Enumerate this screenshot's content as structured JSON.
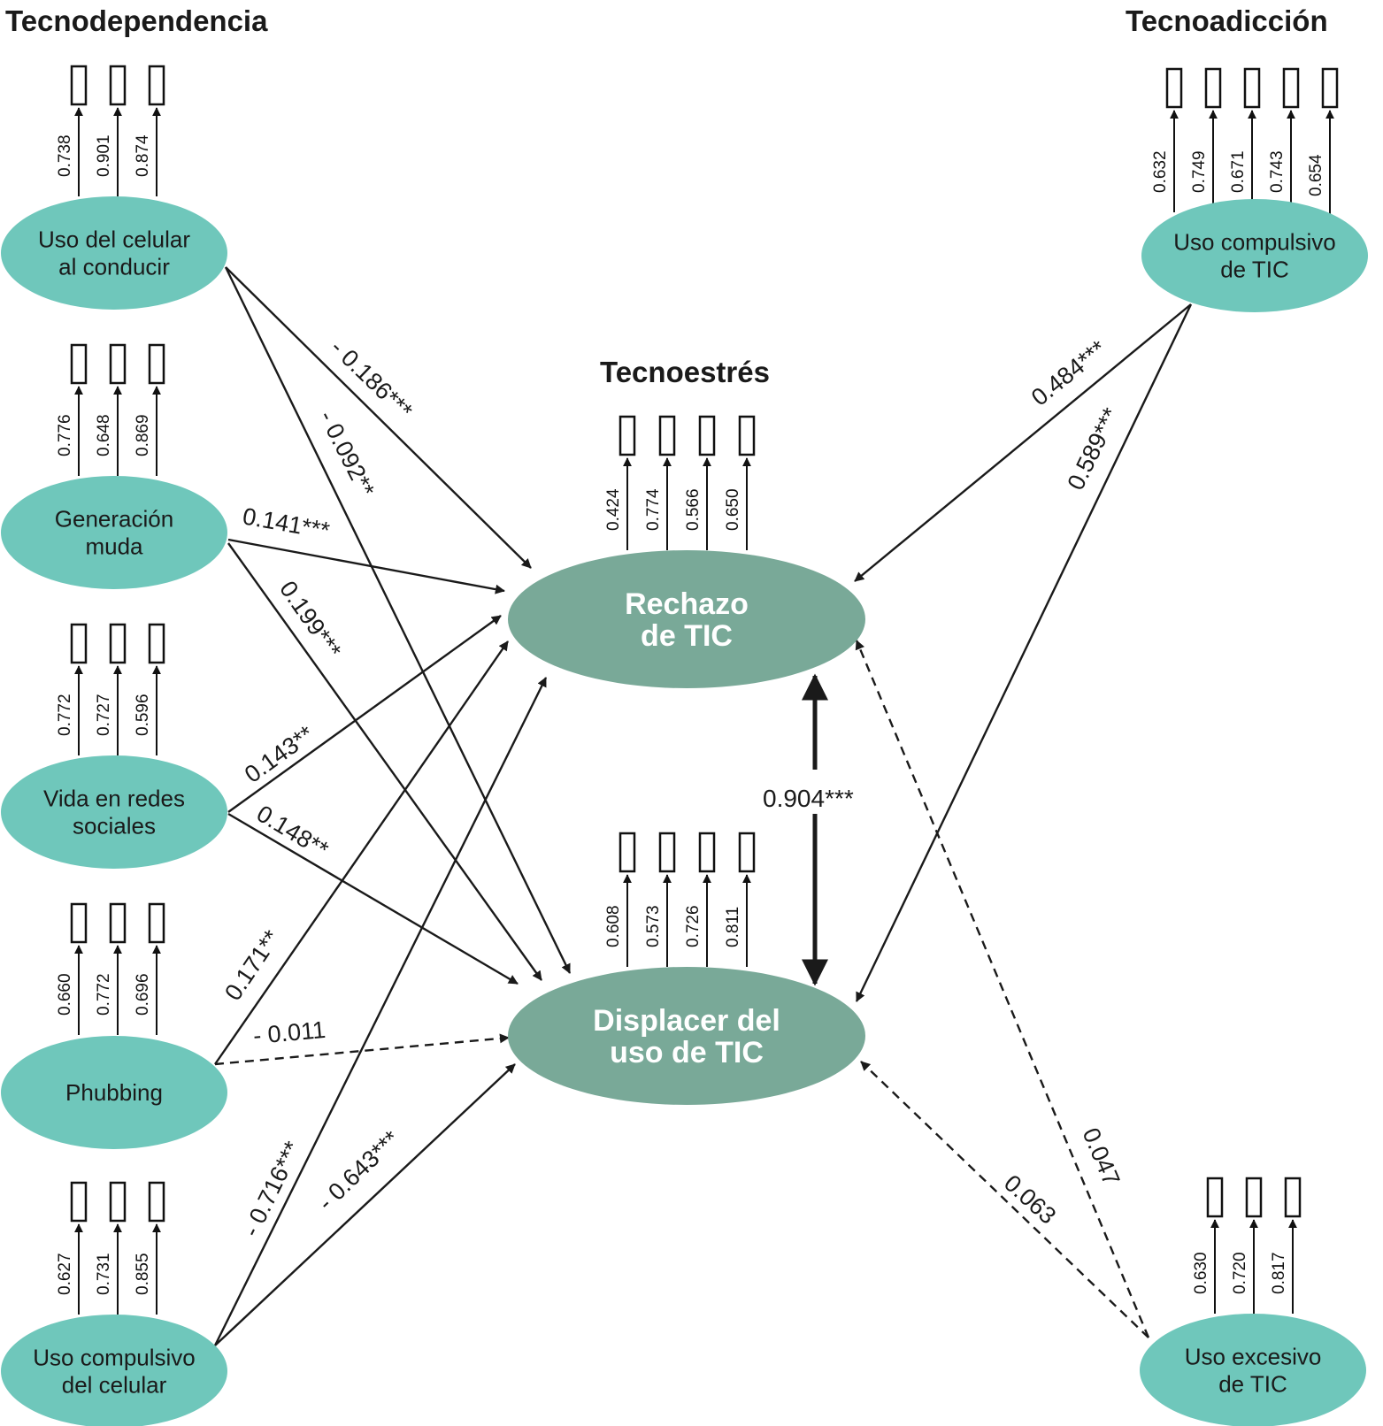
{
  "groups": {
    "tecnodependencia": "Tecnodependencia",
    "tecnoadiccion": "Tecnoadicción",
    "tecnoestres": "Tecnoestrés"
  },
  "constructs": {
    "celular_conducir": {
      "lines": [
        "Uso del celular",
        "al conducir"
      ],
      "loadings": [
        "0.738",
        "0.901",
        "0.874"
      ]
    },
    "generacion_muda": {
      "lines": [
        "Generación",
        "muda"
      ],
      "loadings": [
        "0.776",
        "0.648",
        "0.869"
      ]
    },
    "vida_redes": {
      "lines": [
        "Vida en redes",
        "sociales"
      ],
      "loadings": [
        "0.772",
        "0.727",
        "0.596"
      ]
    },
    "phubbing": {
      "lines": [
        "Phubbing"
      ],
      "loadings": [
        "0.660",
        "0.772",
        "0.696"
      ]
    },
    "compulsivo_celular": {
      "lines": [
        "Uso compulsivo",
        "del celular"
      ],
      "loadings": [
        "0.627",
        "0.731",
        "0.855"
      ]
    },
    "compulsivo_tic": {
      "lines": [
        "Uso compulsivo",
        "de TIC"
      ],
      "loadings": [
        "0.632",
        "0.749",
        "0.671",
        "0.743",
        "0.654"
      ]
    },
    "excesivo_tic": {
      "lines": [
        "Uso excesivo",
        "de TIC"
      ],
      "loadings": [
        "0.630",
        "0.720",
        "0.817"
      ]
    },
    "rechazo_tic": {
      "lines": [
        "Rechazo",
        "de TIC"
      ],
      "loadings": [
        "0.424",
        "0.774",
        "0.566",
        "0.650"
      ]
    },
    "displacer_tic": {
      "lines": [
        "Displacer del",
        "uso de TIC"
      ],
      "loadings": [
        "0.608",
        "0.573",
        "0.726",
        "0.811"
      ]
    }
  },
  "paths": [
    {
      "from": "celular_conducir",
      "to": "rechazo_tic",
      "coef": "- 0.186***",
      "significant": true
    },
    {
      "from": "celular_conducir",
      "to": "displacer_tic",
      "coef": "- 0.092**",
      "significant": true
    },
    {
      "from": "generacion_muda",
      "to": "rechazo_tic",
      "coef": "0.141***",
      "significant": true
    },
    {
      "from": "generacion_muda",
      "to": "displacer_tic",
      "coef": "0.199***",
      "significant": true
    },
    {
      "from": "vida_redes",
      "to": "rechazo_tic",
      "coef": "0.143**",
      "significant": true
    },
    {
      "from": "vida_redes",
      "to": "displacer_tic",
      "coef": "0.148**",
      "significant": true
    },
    {
      "from": "phubbing",
      "to": "rechazo_tic",
      "coef": "0.171**",
      "significant": true
    },
    {
      "from": "phubbing",
      "to": "displacer_tic",
      "coef": "- 0.011",
      "significant": false
    },
    {
      "from": "compulsivo_celular",
      "to": "rechazo_tic",
      "coef": "- 0.716***",
      "significant": true
    },
    {
      "from": "compulsivo_celular",
      "to": "displacer_tic",
      "coef": "- 0.643***",
      "significant": true
    },
    {
      "from": "compulsivo_tic",
      "to": "rechazo_tic",
      "coef": "0.484***",
      "significant": true
    },
    {
      "from": "compulsivo_tic",
      "to": "displacer_tic",
      "coef": "0.589***",
      "significant": true
    },
    {
      "from": "excesivo_tic",
      "to": "rechazo_tic",
      "coef": "0.047",
      "significant": false
    },
    {
      "from": "excesivo_tic",
      "to": "displacer_tic",
      "coef": "0.063",
      "significant": false
    }
  ],
  "correlation": {
    "between": [
      "rechazo_tic",
      "displacer_tic"
    ],
    "coef": "0.904***"
  }
}
